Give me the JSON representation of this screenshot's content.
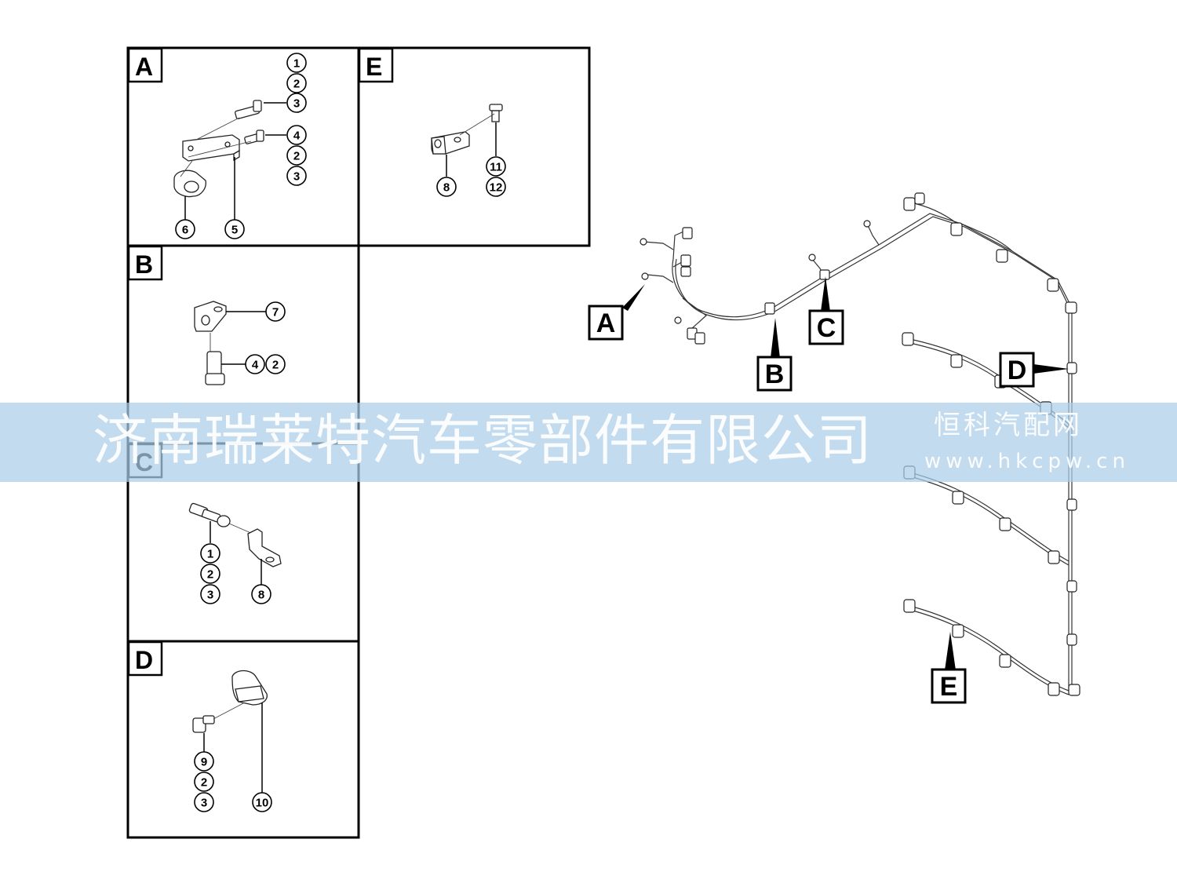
{
  "panels": [
    {
      "id": "A",
      "bubbles": [
        "1",
        "2",
        "3",
        "4",
        "2",
        "3",
        "6",
        "5"
      ]
    },
    {
      "id": "E",
      "bubbles": [
        "11",
        "12",
        "8"
      ]
    },
    {
      "id": "B",
      "bubbles": [
        "7",
        "4",
        "2"
      ]
    },
    {
      "id": "C",
      "bubbles": [
        "1",
        "2",
        "3",
        "8"
      ]
    },
    {
      "id": "D",
      "bubbles": [
        "9",
        "2",
        "3",
        "10"
      ]
    }
  ],
  "callouts": [
    "A",
    "B",
    "C",
    "D",
    "E"
  ],
  "watermark": {
    "company": "济南瑞莱特汽车零部件有限公司",
    "brand": "恒科汽配网",
    "url": "www.hkcpw.cn"
  }
}
